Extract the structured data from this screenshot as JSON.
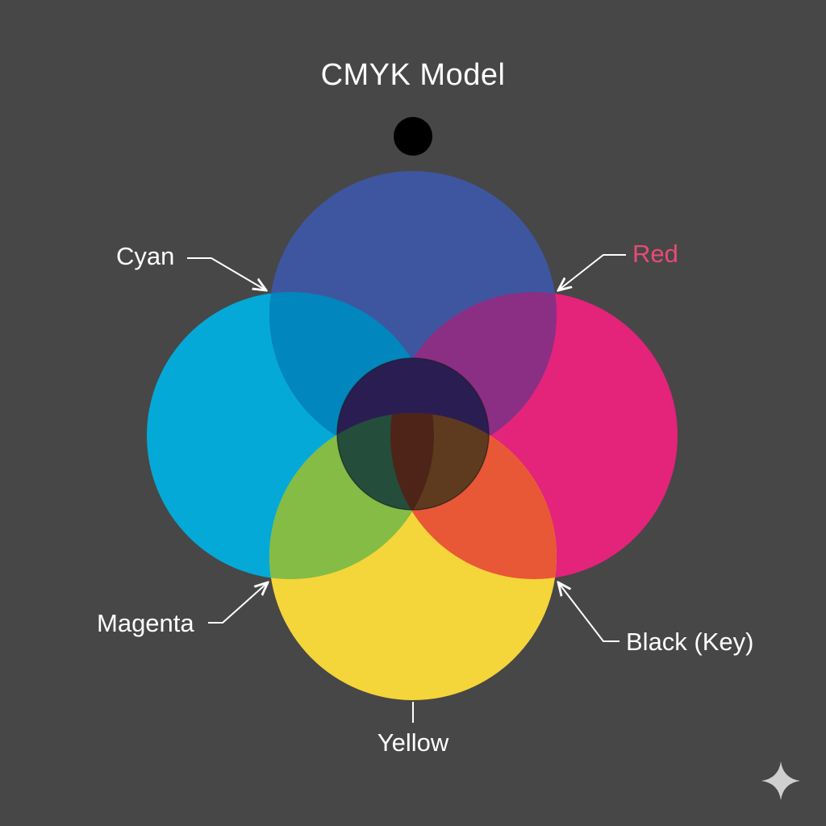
{
  "title": "CMYK Model",
  "labels": {
    "cyan": "Cyan",
    "red": "Red",
    "magenta": "Magenta",
    "black": "Black (Key)",
    "yellow": "Yellow"
  },
  "colors": {
    "background": "#474747",
    "text": "#ffffff",
    "red_label": "#e84a78",
    "top_circle": "#3e56a0",
    "left_circle": "#05a9d7",
    "right_circle": "#e4237a",
    "bottom_circle": "#f4d53a",
    "top_left_overlap": "#0286be",
    "top_right_overlap": "#8b2f84",
    "bottom_left_overlap": "#84bc45",
    "bottom_right_overlap": "#e85836",
    "center_upper": "#2a1d52",
    "center_lower": "#5e3b1e",
    "center_left": "#244d3c",
    "center_core": "#4e2419",
    "black_dot": "#000000",
    "sparkle": "#cfcfcf"
  }
}
